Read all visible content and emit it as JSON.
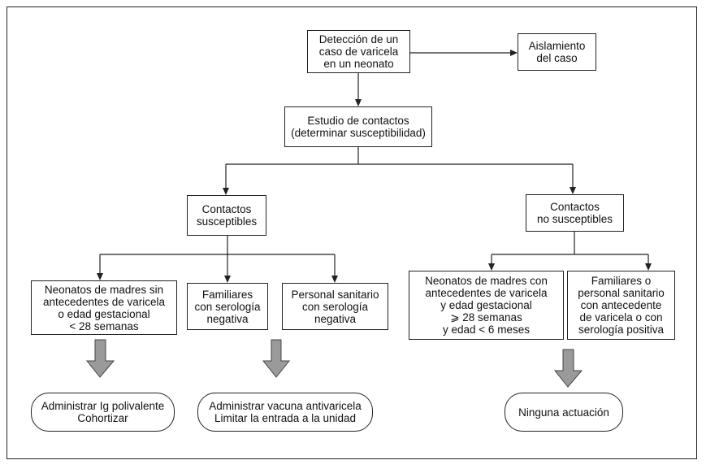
{
  "nodes": {
    "deteccion": [
      "Detección de un",
      "caso de varicela",
      "en un neonato"
    ],
    "aislamiento": [
      "Aislamiento",
      "del caso"
    ],
    "estudio": [
      "Estudio de contactos",
      "(determinar susceptibilidad)"
    ],
    "susceptibles": [
      "Contactos",
      "susceptibles"
    ],
    "no_susceptibles": [
      "Contactos",
      "no susceptibles"
    ],
    "neonatos_sin": [
      "Neonatos de madres sin",
      "antecedentes de varicela",
      "o edad gestacional",
      "< 28 semanas"
    ],
    "familiares_neg": [
      "Familiares",
      "con serología",
      "negativa"
    ],
    "personal_neg": [
      "Personal sanitario",
      "con serología",
      "negativa"
    ],
    "neonatos_con": [
      "Neonatos de madres con",
      "antecedentes de varicela",
      "y edad gestacional",
      "⩾ 28 semanas",
      "y edad < 6 meses"
    ],
    "familiares_pos": [
      "Familiares o",
      "personal sanitario",
      "con antecedente",
      "de varicela o con",
      "serología positiva"
    ],
    "ig": [
      "Administrar Ig polivalente",
      "Cohortizar"
    ],
    "vacuna": [
      "Administrar vacuna antivaricela",
      "Limitar la entrada a la unidad"
    ],
    "ninguna": [
      "Ninguna actuación"
    ]
  },
  "colors": {
    "line": "#222222",
    "fat_arrow": "#9a9a9a"
  }
}
